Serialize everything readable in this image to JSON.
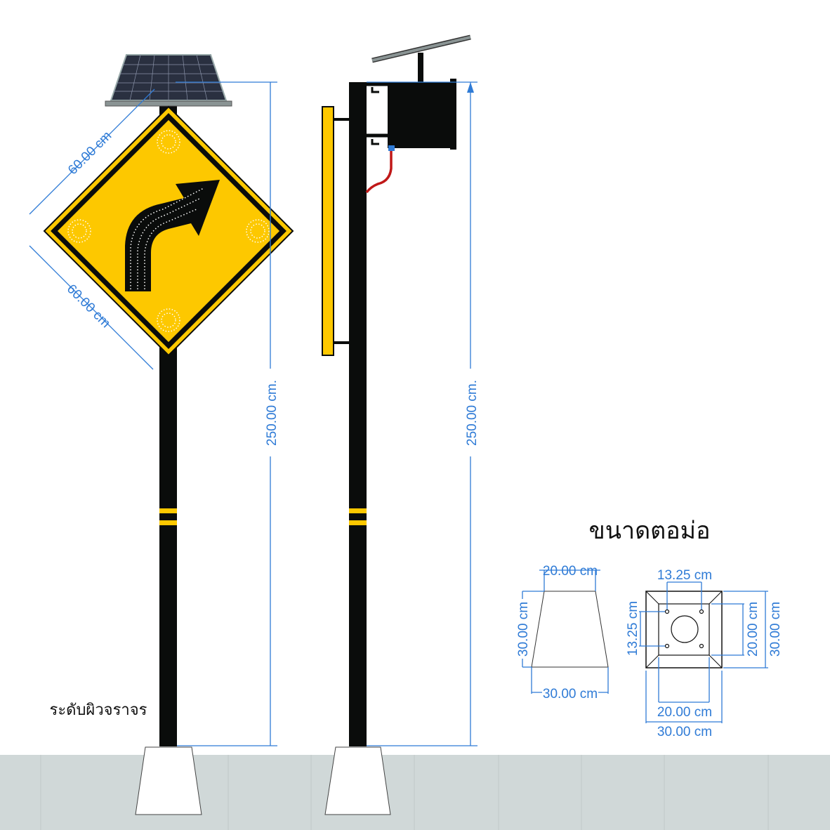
{
  "labels": {
    "side_a": "60.00 cm",
    "side_b": "60.00 cm",
    "height_front": "250.00 cm.",
    "height_side": "250.00 cm.",
    "road_level": "ระดับผิวจราจร",
    "footing_title": "ขนาดตอม่อ",
    "footing_top_width": "20.00 cm",
    "footing_height": "30.00 cm",
    "footing_bottom_width": "30.00 cm",
    "plan_bolt_spacing_x": "13.25 cm",
    "plan_bolt_spacing_y": "13.25 cm",
    "plan_inner_width": "20.00 cm",
    "plan_inner_height": "20.00 cm",
    "plan_outer_width": "30.00 cm",
    "plan_outer_height": "30.00 cm"
  },
  "colors": {
    "sign_yellow": "#fdc800",
    "pole": "#0a0c0b",
    "dimension": "#2f7bd6",
    "ground": "#d0d8d8",
    "cable": "#c01818"
  }
}
